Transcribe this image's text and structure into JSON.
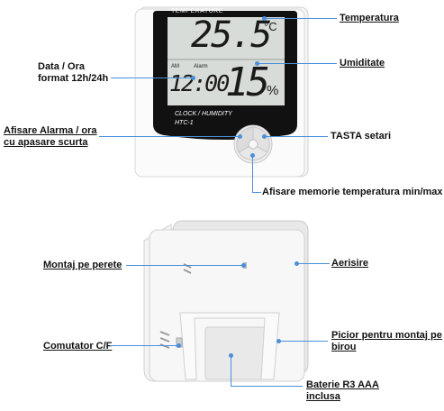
{
  "device": {
    "header_label": "TEMPERATURE",
    "temperature_reading": "25.5",
    "temperature_unit": "°C",
    "clock_reading": "12:00",
    "am_label": "AM",
    "alarm_label": "Alarm",
    "humidity_reading": "15",
    "humidity_unit": "%",
    "model_line1": "CLOCK / HUMIDITY",
    "model_line2": "HTC-1"
  },
  "callouts": {
    "temperatura": "Temperatura",
    "umiditate": "Umiditate",
    "data_ora_line1": "Data / Ora",
    "data_ora_line2": "format 12h/24h",
    "alarma_line1": "Afisare Alarma / ora",
    "alarma_line2": "cu apasare scurta",
    "tasta": "TASTA  setari",
    "memorie": "Afisare memorie temperatura min/max",
    "montaj": "Montaj pe perete",
    "aerisire": "Aerisire",
    "comutator": "Comutator C/F",
    "picior_line1": "Picior pentru montaj pe",
    "picior_line2": "birou",
    "baterie_line1": "Baterie R3 AAA",
    "baterie_line2": "inclusa"
  },
  "colors": {
    "callout_line": "#4a90d9",
    "lcd_background": "#d8dcd8",
    "bezel": "#111111",
    "body": "#f4f4f4"
  }
}
